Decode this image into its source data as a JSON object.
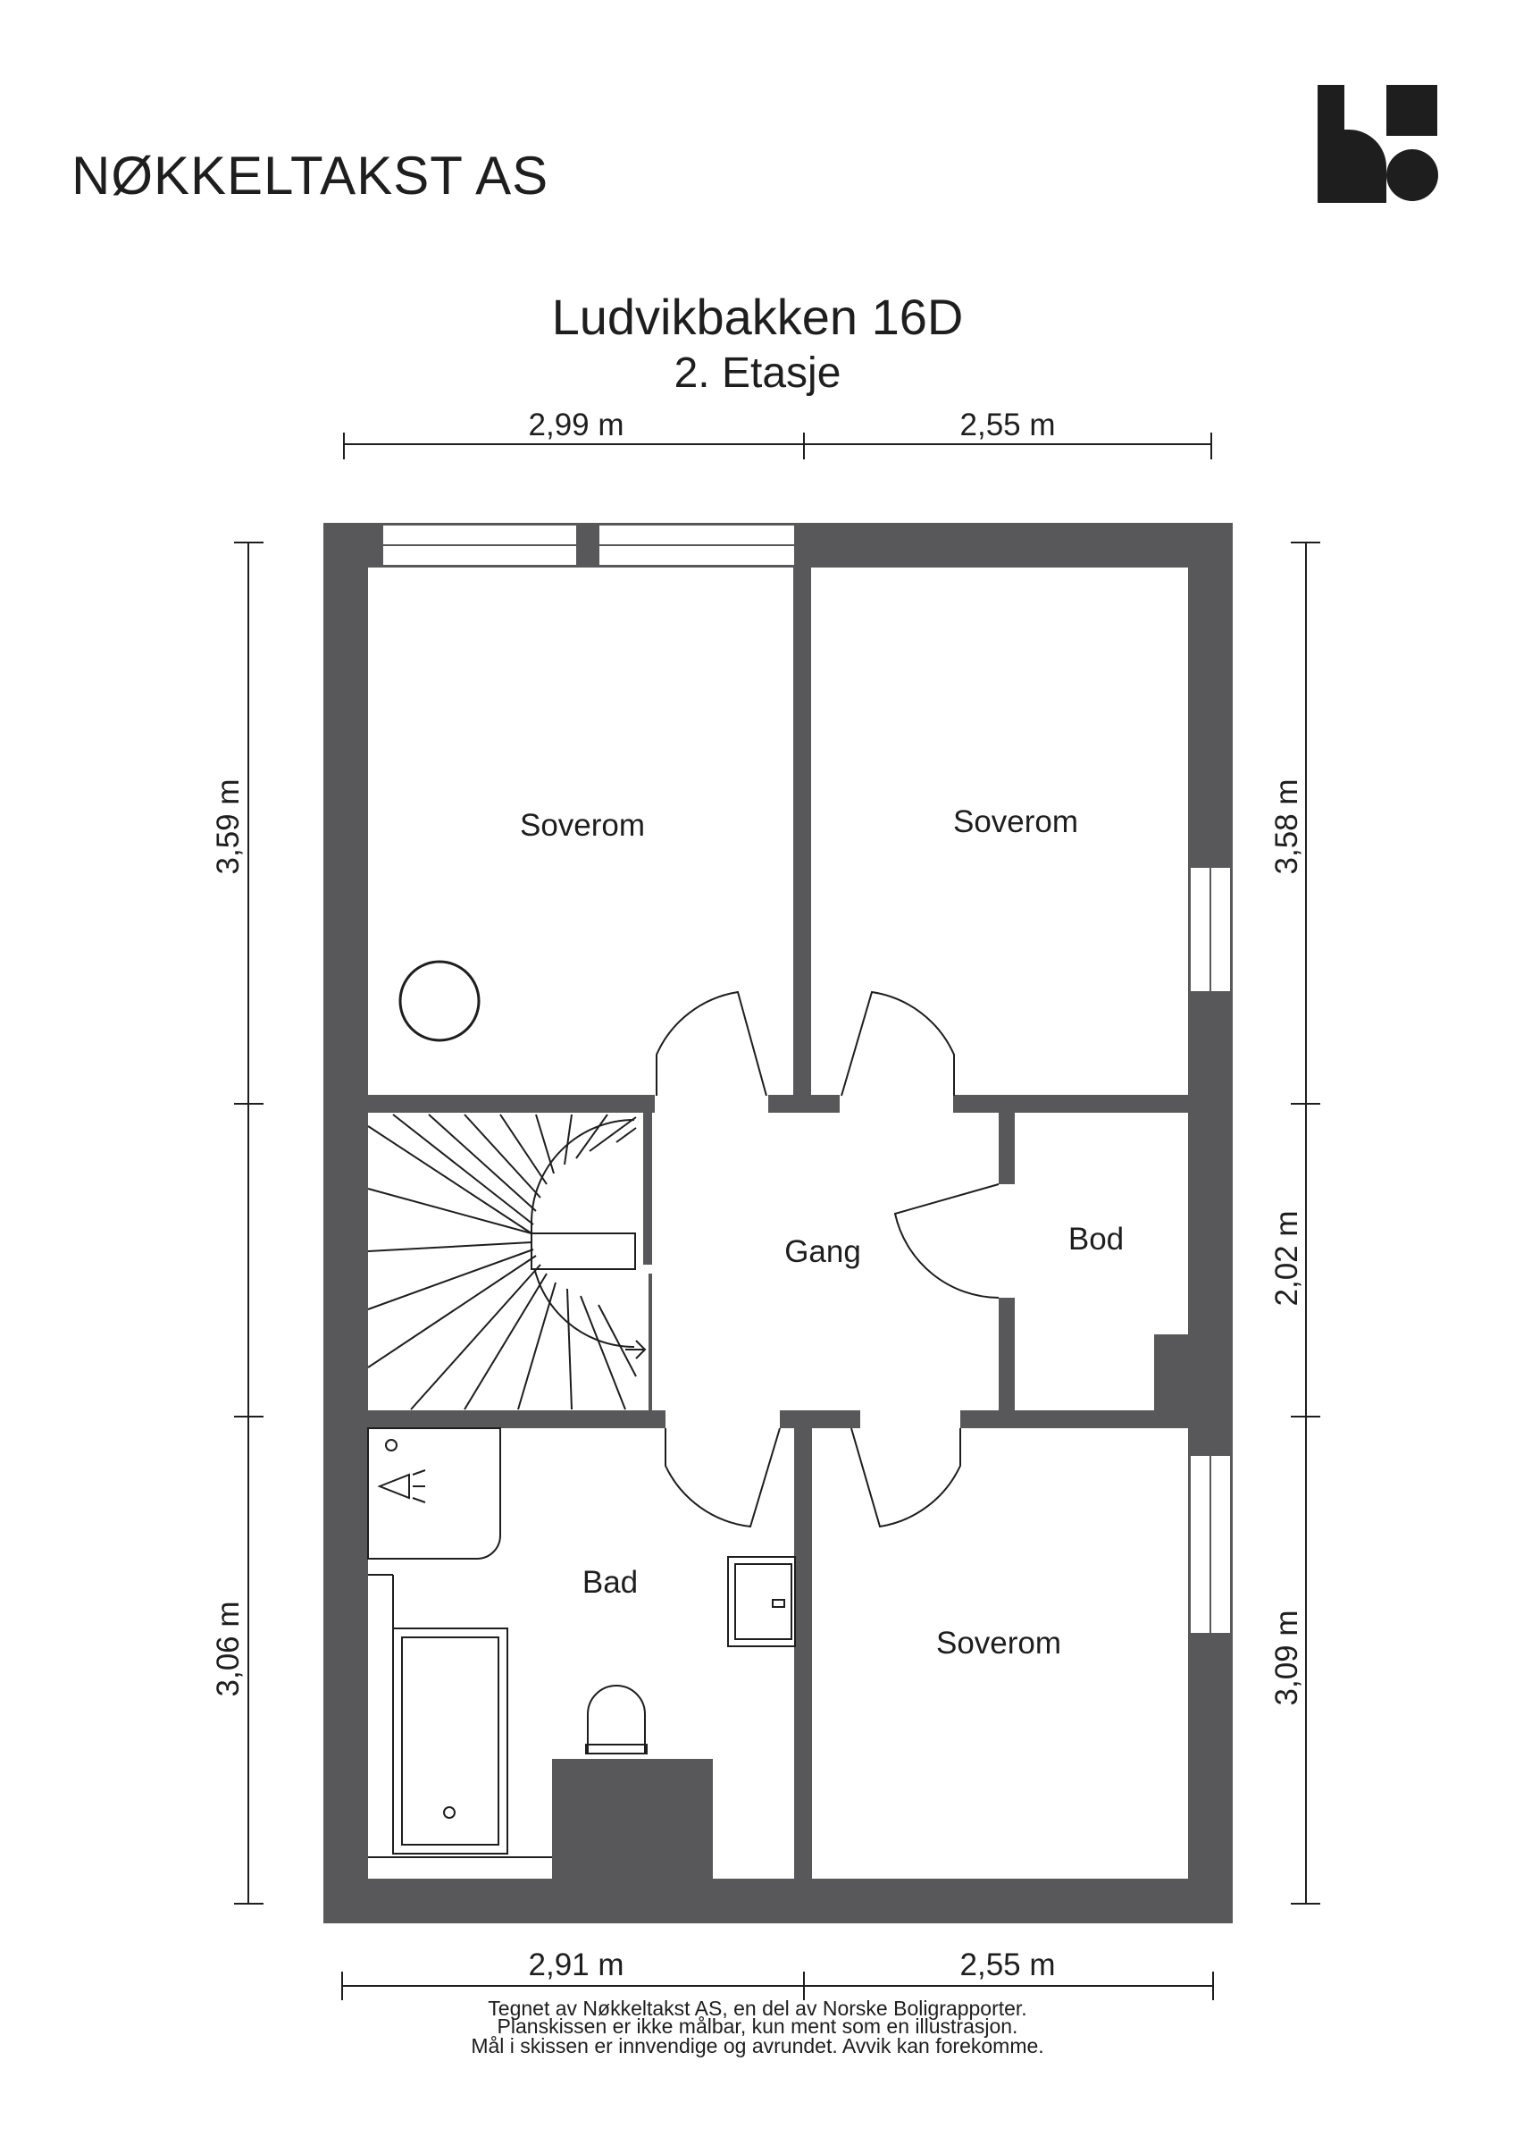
{
  "header": {
    "company": "NØKKELTAKST AS",
    "title": "Ludvikbakken 16D",
    "subtitle": "2. Etasje"
  },
  "rooms": {
    "soverom_top_left": "Soverom",
    "soverom_top_right": "Soverom",
    "soverom_bottom_right": "Soverom",
    "gang": "Gang",
    "bod": "Bod",
    "bad": "Bad"
  },
  "dimensions": {
    "top_left": "2,99 m",
    "top_right": "2,55 m",
    "bottom_left": "2,91 m",
    "bottom_right": "2,55 m",
    "left_top": "3,59 m",
    "left_bottom": "3,06 m",
    "right_top": "3,58 m",
    "right_middle": "2,02 m",
    "right_bottom": "3,09 m"
  },
  "footer": {
    "line1": "Tegnet av Nøkkeltakst AS, en del av Norske Boligrapporter.",
    "line2": "Planskissen er ikke målbar, kun ment som en illustrasjon.",
    "line3": "Mål i skissen er innvendige og avrundet. Avvik kan forekomme."
  },
  "colors": {
    "wall": "#58585a",
    "ink": "#1e1e1e",
    "background": "#ffffff"
  },
  "icons": [
    "logo-mark"
  ]
}
